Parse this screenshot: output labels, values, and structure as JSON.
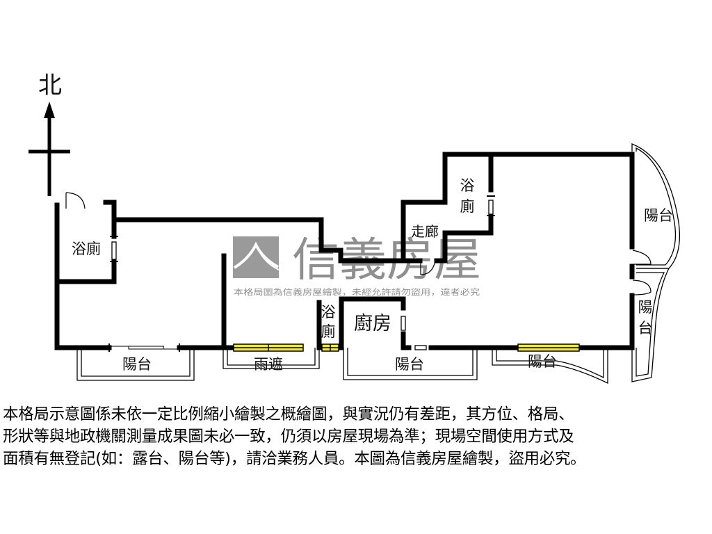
{
  "compass": {
    "north_label": "北",
    "icon": "north-arrow-icon"
  },
  "rooms": {
    "bath_west": "浴廁",
    "bath_middle_line1": "浴",
    "bath_middle_line2": "廁",
    "bath_north_line1": "浴",
    "bath_north_line2": "廁",
    "corridor": "走廊",
    "kitchen": "廚房"
  },
  "balconies": {
    "south_west": "陽台",
    "canopy": "雨遮",
    "south_middle": "陽台",
    "south_east": "陽台",
    "east_upper": "陽台",
    "east_lower_line1": "陽",
    "east_lower_line2": "台"
  },
  "watermark": {
    "brand": "信義房屋",
    "notice": "本格局圖為信義房屋繪製，未經允許請勿盜用，違者必究",
    "logo_color": "#9a9a9a"
  },
  "colors": {
    "wall": "#000000",
    "window_fill": "#f2ea2a",
    "watermark": "#8f8f8f"
  },
  "disclaimer": {
    "lines": [
      "本格局示意圖係未依一定比例縮小繪製之概繪圖，與實況仍有差距，其方位、格局、",
      "形狀等與地政機關測量成果圖未必一致，仍須以房屋現場為準；現場空間使用方式及",
      "面積有無登記(如：露台、陽台等)，請洽業務人員。本圖為信義房屋繪製，盜用必究。"
    ]
  }
}
